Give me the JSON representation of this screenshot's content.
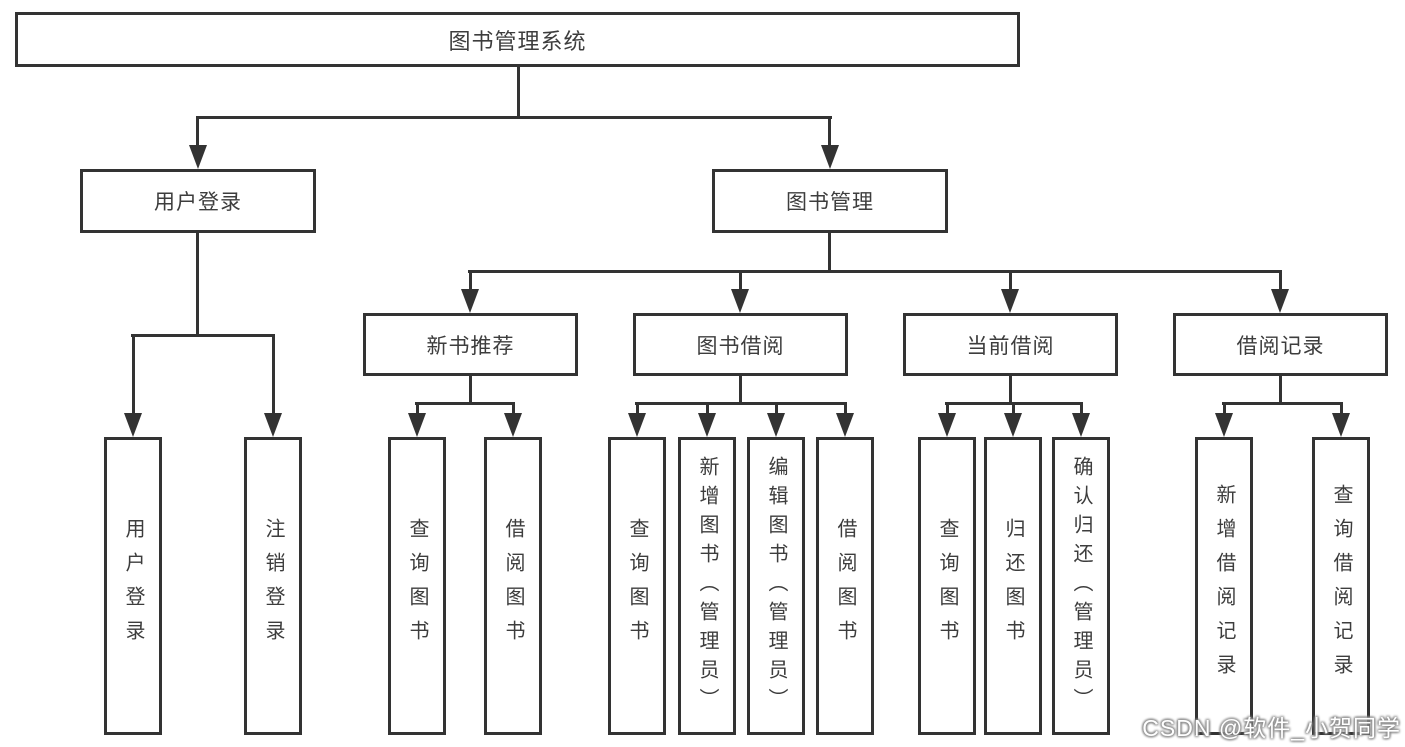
{
  "diagram": {
    "root": {
      "label": "图书管理系统",
      "children": [
        {
          "label": "用户登录",
          "children": [
            {
              "label": "用户登录"
            },
            {
              "label": "注销登录"
            }
          ]
        },
        {
          "label": "图书管理",
          "children": [
            {
              "label": "新书推荐",
              "children": [
                {
                  "label": "查询图书"
                },
                {
                  "label": "借阅图书"
                }
              ]
            },
            {
              "label": "图书借阅",
              "children": [
                {
                  "label": "查询图书"
                },
                {
                  "label": "新增图书（管理员）"
                },
                {
                  "label": "编辑图书（管理员）"
                },
                {
                  "label": "借阅图书"
                }
              ]
            },
            {
              "label": "当前借阅",
              "children": [
                {
                  "label": "查询图书"
                },
                {
                  "label": "归还图书"
                },
                {
                  "label": "确认归还（管理员）"
                }
              ]
            },
            {
              "label": "借阅记录",
              "children": [
                {
                  "label": "新增借阅记录"
                },
                {
                  "label": "查询借阅记录"
                }
              ]
            }
          ]
        }
      ]
    }
  },
  "watermark": "CSDN @软件_小贺同学",
  "colors": {
    "line": "#333333",
    "text": "#3d3d3d",
    "background": "#ffffff",
    "watermark": "#ffffff"
  }
}
